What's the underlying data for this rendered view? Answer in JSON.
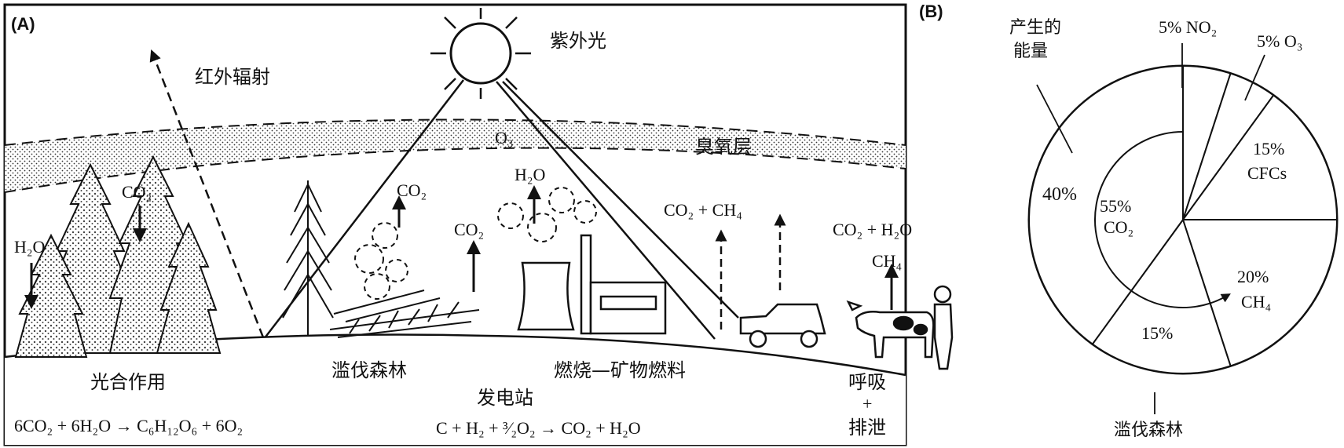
{
  "panel_a": {
    "label": "(A)",
    "uv": "紫外光",
    "infrared": "红外辐射",
    "ozone_layer": "臭氧层",
    "o3": "O₃",
    "co2_trees": "CO₂",
    "h2o_trees": "H₂O",
    "co2_burning": "CO₂",
    "h2o_plant": "H₂O",
    "co2_plant": "CO₂",
    "co2_ch4_car": "CO₂ + CH₄",
    "co2_h2o_cow": "CO₂ + H₂O",
    "ch4_cow": "CH₄",
    "photosynthesis": "光合作用",
    "photosynthesis_eq": "6CO₂ + 6H₂O → C₆H₁₂O₆ + 6O₂",
    "deforestation": "滥伐森林",
    "fossil_fuel": "燃烧—矿物燃料",
    "power_plant": "发电站",
    "power_eq": "C + H₂ + ³⁄₂O₂ → CO₂ + H₂O",
    "respiration": "呼吸",
    "plus": "+",
    "excretion": "排泄"
  },
  "panel_b": {
    "label": "(B)",
    "energy_label_1": "产生的",
    "energy_label_2": "能量",
    "deforest_label": "滥伐森林",
    "energy_pct": "40%",
    "co2_pct": "55%",
    "co2_name": "CO₂",
    "no2": "5% NO₂",
    "o3": "5% O₃",
    "cfcs_pct": "15%",
    "cfcs_name": "CFCs",
    "ch4_pct": "20%",
    "ch4_name": "CH₄",
    "forest_pct": "15%"
  },
  "chart_data": {
    "type": "pie",
    "title": "",
    "series": [
      {
        "categories": [
          "产生的能量",
          "滥伐森林",
          "CH₄",
          "CFCs",
          "O₃",
          "NO₂"
        ],
        "values": [
          40,
          15,
          20,
          15,
          5,
          5
        ]
      }
    ],
    "inner_annotation": {
      "label": "CO₂",
      "value": 55
    }
  }
}
